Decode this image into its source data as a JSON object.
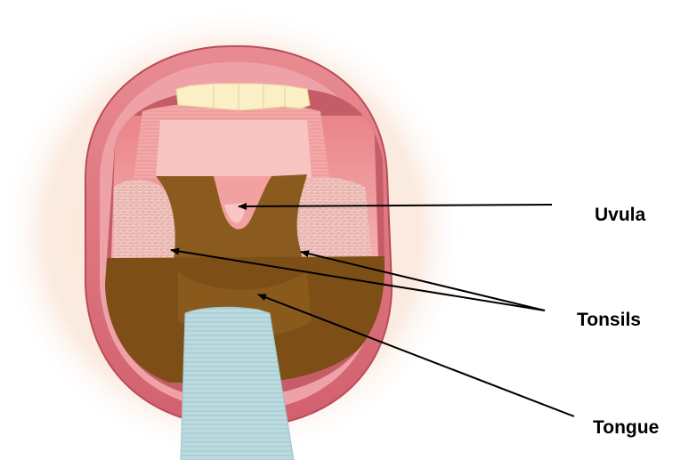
{
  "labels": {
    "uvula": "Uvula",
    "tonsils": "Tonsils",
    "tongue": "Tongue"
  },
  "colors": {
    "glow": "#fbe6da",
    "lip_outer": "#d9707a",
    "lip_inner": "#efa0a6",
    "mouth_dark": "#c25a66",
    "palate": "#f2a4a4",
    "soft_palate": "#f7c2c0",
    "throat_brown": "#8a5a1f",
    "tongue_brown": "#7c4f17",
    "teeth": "#fbefc8",
    "depressor": "#b8d9df",
    "pointer_line": "#000000"
  },
  "icons": {
    "pointer": "arrow-icon"
  }
}
